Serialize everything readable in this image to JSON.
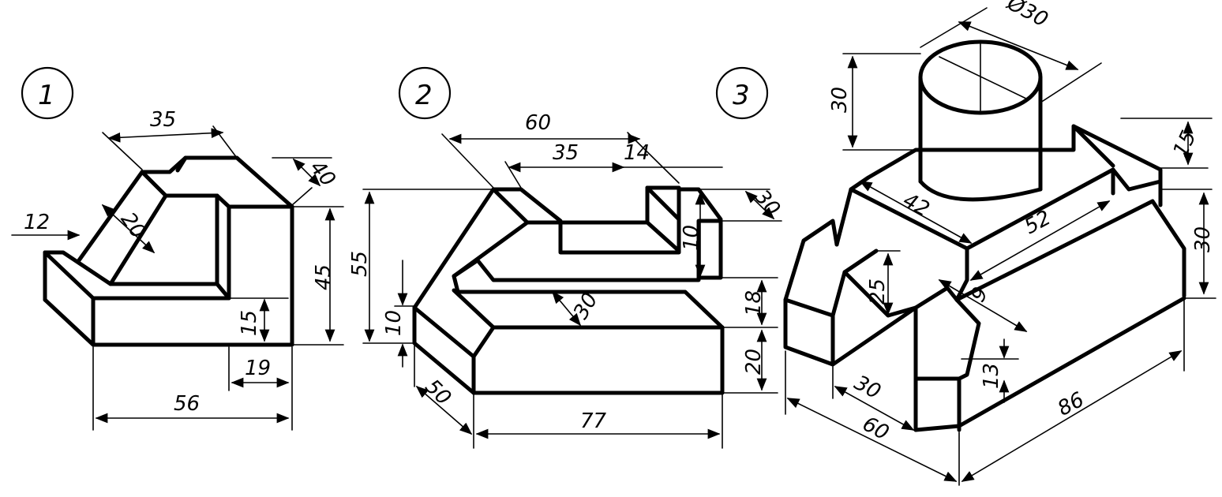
{
  "figures": [
    {
      "number": "1",
      "dimensions": {
        "d35": "35",
        "d40": "40",
        "d12": "12",
        "d20": "20",
        "d45": "45",
        "d15": "15",
        "d19": "19",
        "d56": "56"
      }
    },
    {
      "number": "2",
      "dimensions": {
        "d60": "60",
        "d35": "35",
        "d14": "14",
        "d30a": "30",
        "d10a": "10",
        "d55": "55",
        "d10b": "10",
        "d30b": "30",
        "d18": "18",
        "d20": "20",
        "d50": "50",
        "d77": "77"
      }
    },
    {
      "number": "3",
      "dimensions": {
        "d30a": "30",
        "dphi30": "Ø30",
        "d15": "15",
        "d42": "42",
        "d52": "52",
        "d30b": "30",
        "d9": "9",
        "d25": "25",
        "d13": "13",
        "d30c": "30",
        "d60": "60",
        "d86": "86"
      }
    }
  ]
}
